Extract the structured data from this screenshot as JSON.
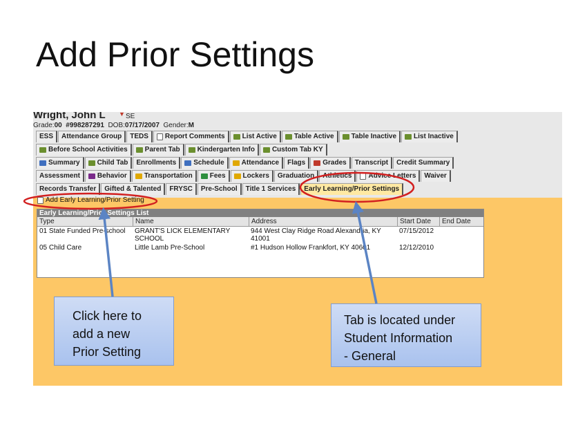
{
  "slide": {
    "title": "Add Prior Settings"
  },
  "student": {
    "name": "Wright, John L",
    "badge": "SE",
    "grade_label": "Grade:",
    "grade": "00",
    "id": "#998287291",
    "dob_label": "DOB:",
    "dob": "07/17/2007",
    "gender_label": "Gender:",
    "gender": "M"
  },
  "tabs": {
    "row1": [
      "ESS",
      "Attendance Group",
      "TEDS",
      "Report Comments",
      "List Active",
      "Table Active",
      "Table Inactive",
      "List Inactive"
    ],
    "row2": [
      "Before School Activities",
      "Parent Tab",
      "Kindergarten Info",
      "Custom Tab KY"
    ],
    "row3": [
      "Summary",
      "Child Tab",
      "Enrollments",
      "Schedule",
      "Attendance",
      "Flags",
      "Grades",
      "Transcript",
      "Credit Summary"
    ],
    "row4": [
      "Assessment",
      "Behavior",
      "Transportation",
      "Fees",
      "Lockers",
      "Graduation",
      "Athletics",
      "Advice Letters",
      "Waiver"
    ],
    "row5": [
      "Records Transfer",
      "Gifted & Talented",
      "FRYSC",
      "Pre-School",
      "Title 1 Services",
      "Early Learning/Prior Settings"
    ]
  },
  "add_link": {
    "label": "Add Early Learning/Prior Setting"
  },
  "list": {
    "title": "Early Learning/Prior Settings List",
    "columns": [
      "Type",
      "Name",
      "Address",
      "Start Date",
      "End Date"
    ],
    "rows": [
      {
        "type": "01 State Funded Pre-school",
        "name1": "GRANT'S LICK ELEMENTARY",
        "name2": "SCHOOL",
        "address1": "944 West Clay Ridge Road Alexandria, KY",
        "address2": "41001",
        "start": "07/15/2012",
        "end": ""
      },
      {
        "type": "05 Child Care",
        "name1": "Little Lamb Pre-School",
        "name2": "",
        "address1": "#1 Hudson Hollow Frankfort, KY 40601",
        "address2": "",
        "start": "12/12/2010",
        "end": ""
      }
    ]
  },
  "callouts": {
    "left": [
      "Click here to",
      "add a new",
      "Prior Setting"
    ],
    "right": [
      "Tab is located under",
      "Student Information",
      "- General"
    ]
  },
  "colors": {
    "background": "#fdc766",
    "highlight_ring": "#d22020",
    "arrow": "#5b84c4",
    "callout": "#b9cdf2"
  }
}
